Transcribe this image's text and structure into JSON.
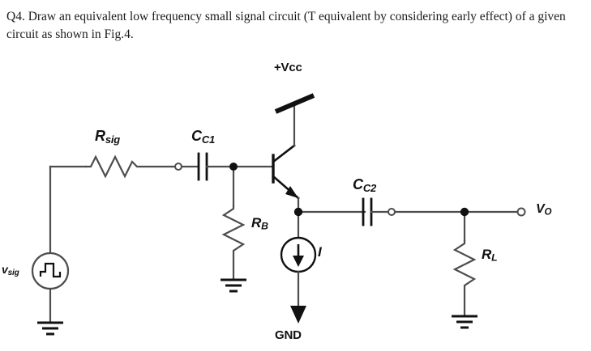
{
  "question": {
    "id": "Q4",
    "text": "Q4. Draw an equivalent low frequency small signal circuit (T equivalent by considering early effect) of a given circuit as shown in Fig.4."
  },
  "figure": {
    "name": "Fig.4",
    "description": "Common-emitter BJT amplifier schematic",
    "labels": {
      "vcc": "+Vcc",
      "gnd": "GND",
      "vsig_main": "v",
      "vsig_sub": "sig",
      "rsig_main": "R",
      "rsig_sub": "sig",
      "cc1_main": "C",
      "cc1_sub": "C1",
      "cc2_main": "C",
      "cc2_sub": "C2",
      "rb_main": "R",
      "rb_sub": "B",
      "rl_main": "R",
      "rl_sub": "L",
      "vo_main": "V",
      "vo_sub": "O",
      "current_source": "I"
    },
    "components": [
      {
        "name": "vsig-source",
        "type": "ac-voltage-source",
        "label": "vsig"
      },
      {
        "name": "rsig-resistor",
        "type": "resistor",
        "label": "Rsig"
      },
      {
        "name": "cc1-capacitor",
        "type": "capacitor",
        "label": "CC1"
      },
      {
        "name": "rb-resistor",
        "type": "resistor",
        "label": "RB"
      },
      {
        "name": "npn-transistor",
        "type": "bjt-npn",
        "label": ""
      },
      {
        "name": "current-source-i",
        "type": "current-source",
        "label": "I"
      },
      {
        "name": "cc2-capacitor",
        "type": "capacitor",
        "label": "CC2"
      },
      {
        "name": "rl-resistor",
        "type": "resistor",
        "label": "RL"
      },
      {
        "name": "vo-terminal",
        "type": "terminal",
        "label": "Vo"
      }
    ],
    "colors": {
      "wire": "#4d4d4d",
      "symbol": "#111111",
      "text": "#111111",
      "background": "#ffffff"
    }
  }
}
